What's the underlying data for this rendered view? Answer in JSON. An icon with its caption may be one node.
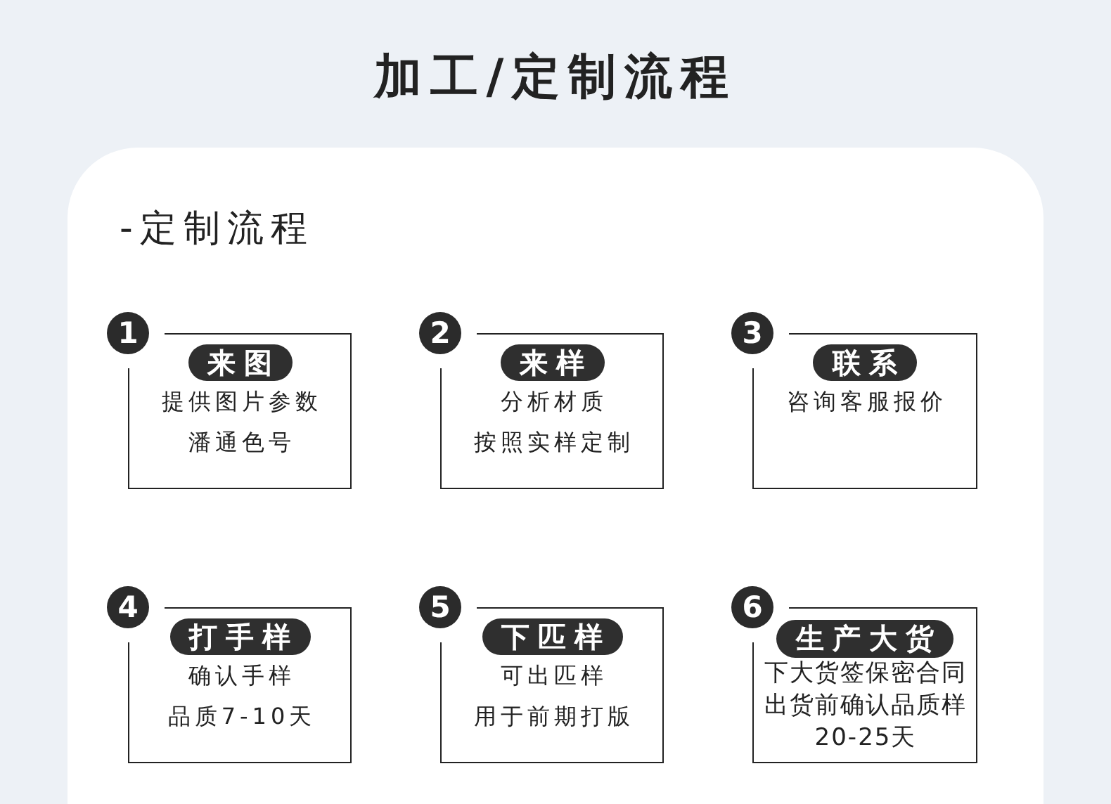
{
  "diagram": {
    "title": "加工/定制流程",
    "nodes": [
      {
        "text": [
          "-定制流程"
        ]
      },
      {
        "text": [
          "1",
          "来图",
          "提供图片参数",
          "潘通色号"
        ],
        "in": 0
      },
      {
        "text": [
          "2",
          "来样",
          "分析材质",
          "按照实样定制"
        ],
        "in": 0
      },
      {
        "text": [
          "3",
          "联系",
          "咨询客服报价"
        ],
        "in": 0
      },
      {
        "text": [
          "4",
          "打手样",
          "确认手样",
          "品质7-10天"
        ],
        "in": 0
      },
      {
        "text": [
          "5",
          "下匹样",
          "可出匹样",
          "用于前期打版"
        ],
        "in": 0
      },
      {
        "text": [
          "6",
          "生产大货",
          "下大货签保密合同",
          "出货前确认品质样",
          "20-25天"
        ],
        "in": 0
      }
    ]
  }
}
